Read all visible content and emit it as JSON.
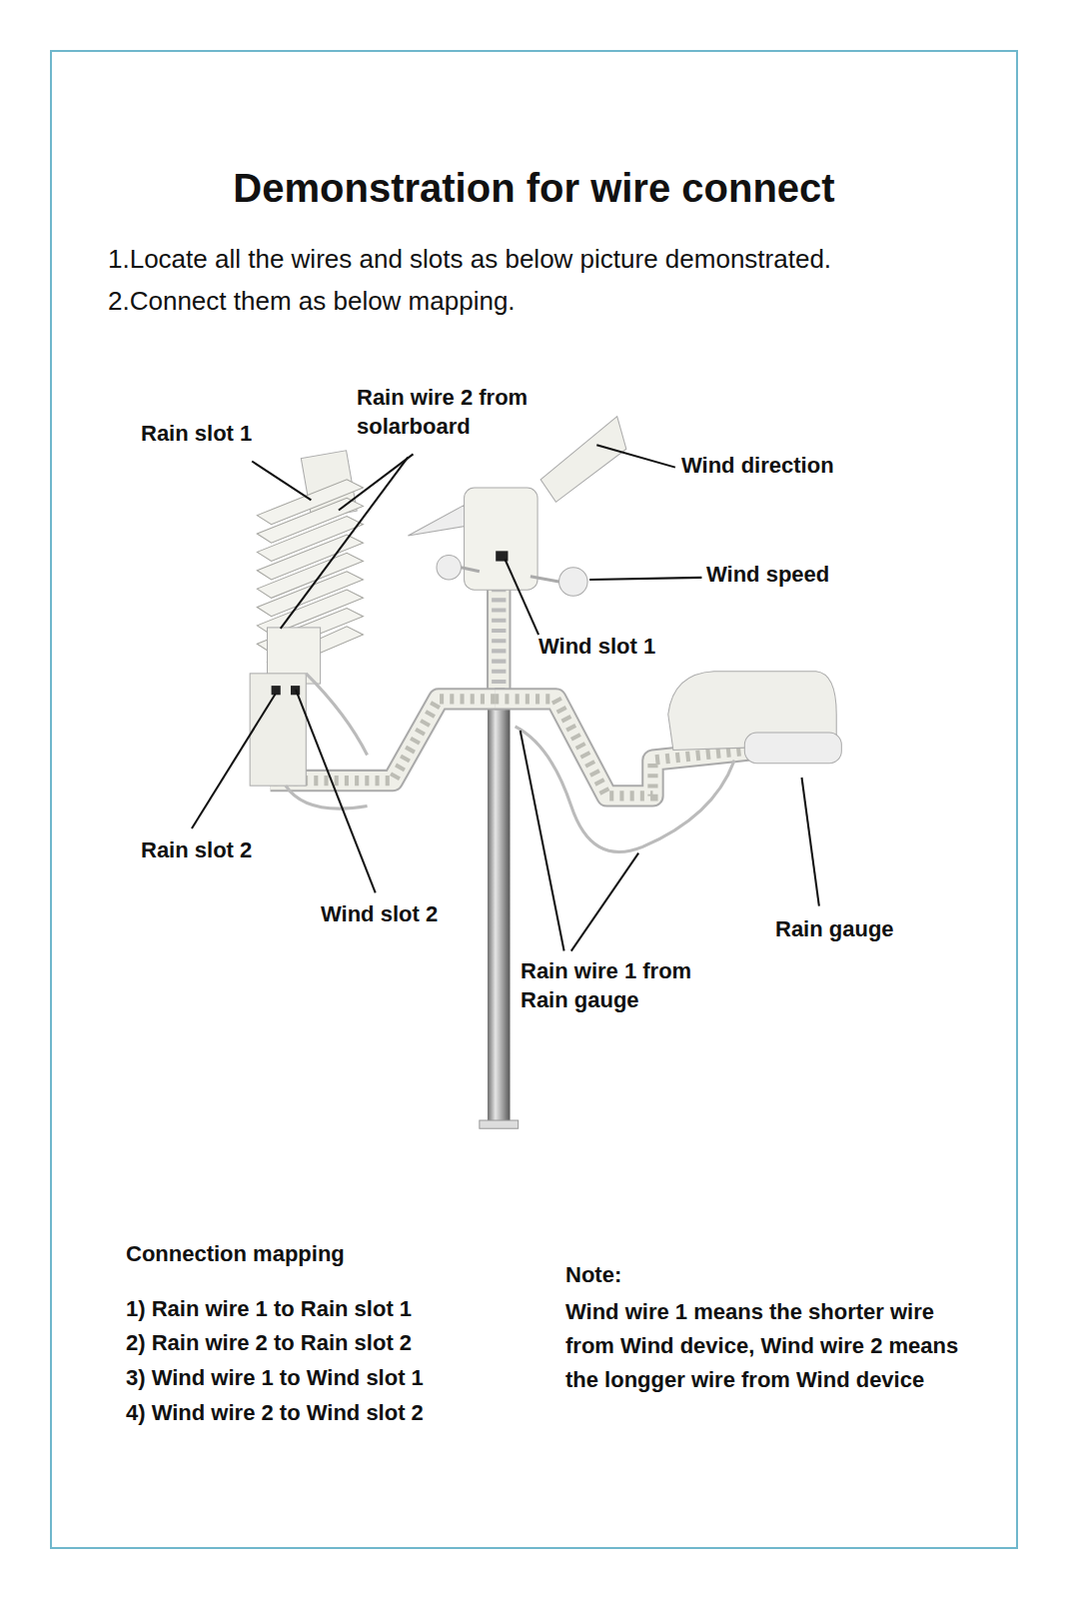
{
  "diagram": {
    "title": "Demonstration for wire connect",
    "labels": [
      "1.Locate all the wires and slots as below picture demonstrated.",
      "2.Connect them as below mapping.",
      "Rain slot 1",
      "Rain wire 2 from solarboard",
      "Wind direction",
      "Wind speed",
      "Wind slot 1",
      "Rain slot 2",
      "Wind slot 2",
      "Rain gauge",
      "Rain wire 1 from Rain gauge",
      "Connection mapping",
      "1) Rain wire 1 to Rain slot 1",
      "2) Rain wire 2 to Rain slot 2",
      "3) Wind wire 1 to Wind slot 1",
      "4) Wind wire 2 to Wind slot 2",
      "Note:",
      "Wind wire 1 means the shorter wire from Wind device, Wind wire 2 means the longger wire from Wind device"
    ]
  }
}
